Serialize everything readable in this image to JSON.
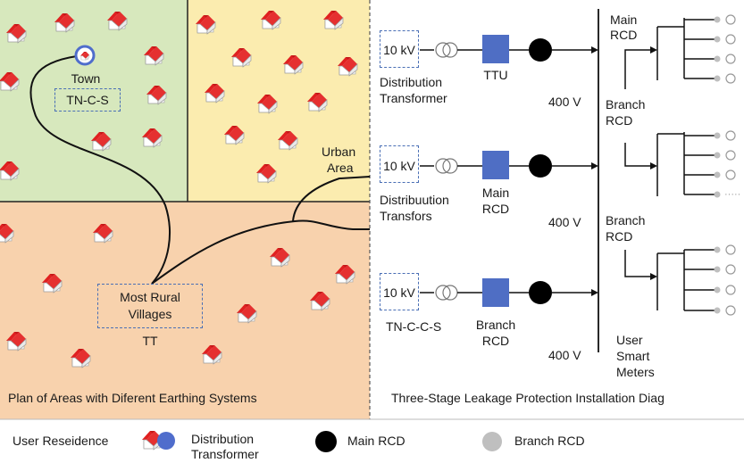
{
  "colors": {
    "green_area": "#d7e8bd",
    "yellow_area": "#fbecaf",
    "orange_area": "#f8d2ad",
    "blue_transformer": "#4f6dcc",
    "rcd_box": "#4f6ec4",
    "main_rcd": "#000000",
    "branch_rcd": "#bfbfbf",
    "house_roof": "#e02020"
  },
  "map": {
    "town_label": "Town",
    "town_system": "TN-C-S",
    "urban_label_1": "Urban",
    "urban_label_2": "Area",
    "rural_label_1": "Most Rural",
    "rural_label_2": "Villages",
    "rural_system": "TT",
    "caption": "Plan of Areas with Diferent Earthing Systems"
  },
  "diagram": {
    "rows": [
      {
        "voltage": "10 kV",
        "transformer_label_1": "Distribution",
        "transformer_label_2": "Transformer",
        "box_label_1": "TTU",
        "box_label_2": "",
        "low_voltage": "400 V"
      },
      {
        "voltage": "10 kV",
        "transformer_label_1": "Distribuution",
        "transformer_label_2": "Transfors",
        "box_label_1": "Main",
        "box_label_2": "RCD",
        "low_voltage": "400 V"
      },
      {
        "voltage": "10 kV",
        "transformer_label_1": "TN-C-C-S",
        "transformer_label_2": "",
        "box_label_1": "Branch",
        "box_label_2": "RCD",
        "low_voltage": "400 V"
      }
    ],
    "right_labels": {
      "main_rcd_1": "Main",
      "main_rcd_2": "RCD",
      "branch_rcd_a_1": "Branch",
      "branch_rcd_a_2": "RCD",
      "branch_rcd_b_1": "Branch",
      "branch_rcd_b_2": "RCD",
      "meters_1": "User",
      "meters_2": "Smart",
      "meters_3": "Meters"
    },
    "caption": "Three-Stage Leakage Protection Installation Diag"
  },
  "legend": {
    "user_residence": "User Reseidence",
    "transformer_1": "Distribution",
    "transformer_2": "Transformer",
    "main_rcd": "Main RCD",
    "branch_rcd": "Branch RCD"
  }
}
